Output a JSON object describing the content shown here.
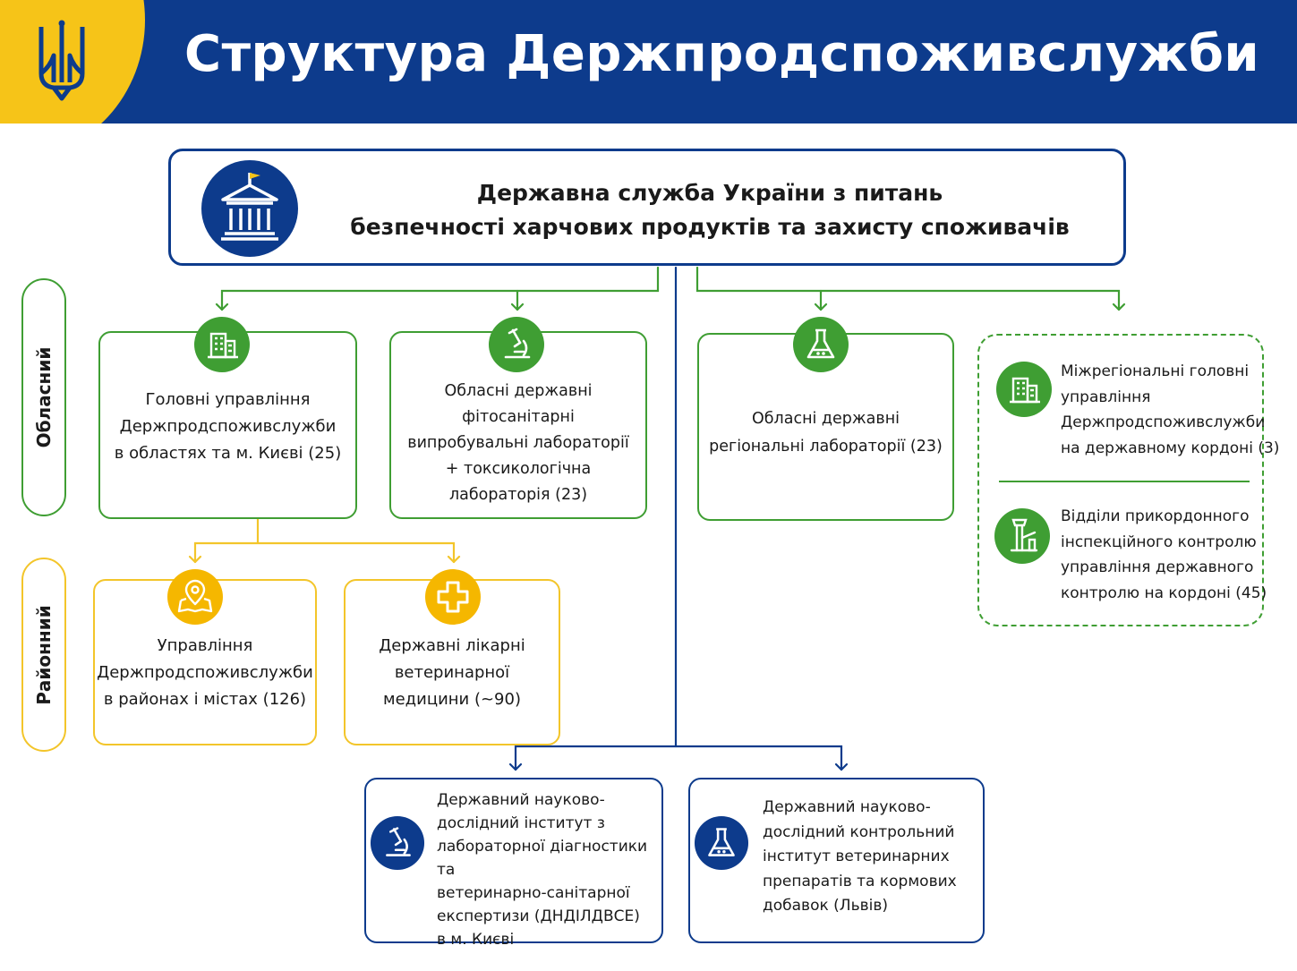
{
  "header": {
    "title": "Структура Держпродспоживслужби"
  },
  "top": {
    "line1": "Державна служба України з питань",
    "line2": "безпечності харчових продуктів та захисту споживачів"
  },
  "levels": {
    "oblast": "Обласний",
    "raion": "Районний"
  },
  "boxes": {
    "main_departments": [
      "Головні управління",
      "Держпродспоживслужби",
      "в областях та м. Києві (25)"
    ],
    "phyto_labs": [
      "Обласні державні",
      "фітосанітарні",
      "випробувальні лабораторії",
      "+ токсикологічна",
      "лабораторія (23)"
    ],
    "regional_labs": [
      "Обласні державні",
      "регіональні лабораторії (23)"
    ],
    "border_departments": [
      "Міжрегіональні головні",
      "управління",
      "Держпродспоживслужби",
      "на державному кордоні (3)"
    ],
    "border_inspection": [
      "Відділи прикордонного",
      "інспекційного контролю",
      "управління державного",
      "контролю на кордоні (45)"
    ],
    "district_departments": [
      "Управління",
      "Держпродспоживслужби",
      "в районах і містах (126)"
    ],
    "vet_hospitals": [
      "Державні лікарні",
      "ветеринарної",
      "медицини (~90)"
    ],
    "research_institute_kyiv": [
      "Державний науково-",
      "дослідний інститут з",
      "лабораторної діагностики та",
      "ветеринарно-санітарної",
      "експертизи (ДНДІЛДВСЕ)",
      "в м. Києві"
    ],
    "research_institute_lviv": [
      "Державний науково-",
      "дослідний контрольний",
      "інститут ветеринарних",
      "препаратів та кормових",
      "добавок (Львів)"
    ]
  },
  "icons": {
    "header": "trident-emblem-icon",
    "top": "government-building-icon",
    "main_departments": "office-building-icon",
    "phyto_labs": "microscope-icon",
    "regional_labs": "flask-icon",
    "border_departments": "office-building-icon",
    "border_inspection": "border-checkpoint-icon",
    "district_departments": "map-pin-icon",
    "vet_hospitals": "medical-cross-icon",
    "research_institute_kyiv": "microscope-icon",
    "research_institute_lviv": "flask-icon"
  },
  "colors": {
    "blue": "#0d3b8c",
    "yellow": "#f6c418",
    "green": "#3f9e33",
    "icon_yellow": "#f5b700"
  }
}
